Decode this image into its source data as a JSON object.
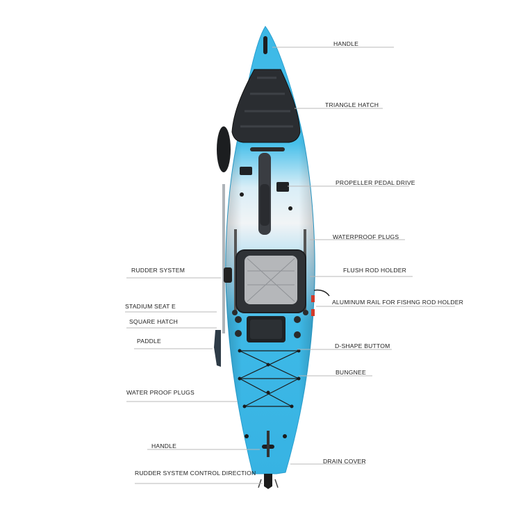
{
  "colors": {
    "hull_blue": "#3cb8e6",
    "hull_light": "#eef3f6",
    "seat_dark": "#2a2d31",
    "leader_line": "#b9b9b9",
    "text": "#222222"
  },
  "labels": {
    "right": [
      {
        "id": "handle-top",
        "text": "HANDLE"
      },
      {
        "id": "triangle-hatch",
        "text": "TRIANGLE HATCH"
      },
      {
        "id": "propeller-pedal-drive",
        "text": "PROPELLER PEDAL DRIVE"
      },
      {
        "id": "waterproof-plugs",
        "text": "WATERPROOF PLUGS"
      },
      {
        "id": "flush-rod-holder",
        "text": "FLUSH ROD HOLDER"
      },
      {
        "id": "aluminum-rail",
        "text": "ALUMINUM RAIL FOR FISHNG ROD HOLDER"
      },
      {
        "id": "d-shape-buttom",
        "text": "D-SHAPE BUTTOM"
      },
      {
        "id": "bungnee",
        "text": "BUNGNEE"
      },
      {
        "id": "drain-cover",
        "text": "DRAIN COVER"
      }
    ],
    "left": [
      {
        "id": "rudder-system",
        "text": "RUDDER SYSTEM"
      },
      {
        "id": "stadium-seat",
        "text": "STADIUM SEAT  E"
      },
      {
        "id": "square-hatch",
        "text": "SQUARE HATCH"
      },
      {
        "id": "paddle",
        "text": "PADDLE"
      },
      {
        "id": "water-proof-plugs",
        "text": "WATER PROOF PLUGS"
      },
      {
        "id": "handle-bottom",
        "text": "HANDLE"
      },
      {
        "id": "rudder-control",
        "text": "RUDDER SYSTEM CONTROL DIRECTION"
      }
    ]
  }
}
